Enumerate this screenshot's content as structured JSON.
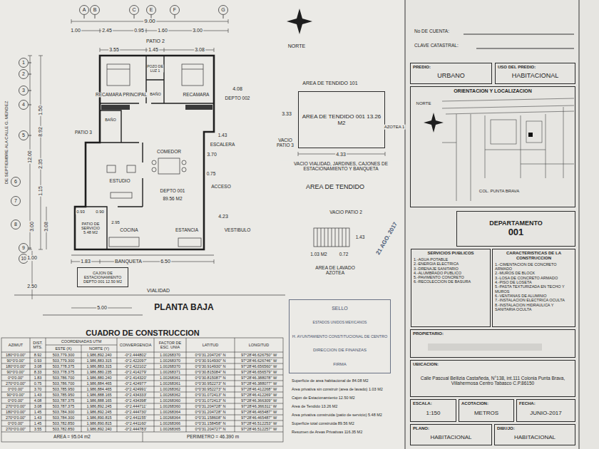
{
  "diagram": {
    "nodes": [
      {
        "text": [
          "CAJON DE ESTACIONAMIENTO DEPTO 001 12.50 M2"
        ]
      },
      {
        "text": [
          "AREA DE TENDIDO 001 13.26 M2"
        ]
      },
      {
        "text": [
          "SELLO",
          "ESTADOS UNIDOS MEXICANOS",
          "H. AYUNTAMIENTO CONSTITUCIONAL DE CENTRO",
          "DIRECCION DE FINANZAS",
          "FIRMA"
        ]
      },
      {
        "text": [
          "PREDIO:",
          "URBANO"
        ]
      },
      {
        "text": [
          "USO DEL PREDIO:",
          "HABITACIONAL"
        ]
      },
      {
        "text": [
          "ORIENTACION Y LOCALIZACION"
        ]
      },
      {
        "text": [
          "DEPARTAMENTO",
          "001"
        ]
      },
      {
        "text": [
          "SERVICIOS PUBLICOS",
          "1.-AGUA POTABLE",
          "2.-ENERGIA ELECTRICA",
          "3.-DRENAJE SANITARIO",
          "4.-ALUMBRADO PUBLICO",
          "5.-PAVIMENTO CONCRETO",
          "6.-RECOLECCION DE BASURA"
        ]
      },
      {
        "text": [
          "CARACTERISTICAS DE LA CONSTRUCCION",
          "1.-CIMENTACION DE CONCRETO ARMADO",
          "2.-MUROS DE BLOCK",
          "3.-LOSA DE CONCRETO ARMADO",
          "4.-PISO DE LOSETA",
          "5.-PASTA TEXTURIZADA EN TECHO Y MUROS",
          "6.-VENTANAS DE ALUMINIO",
          "7.-INSTALACION ELECTRICA OCULTA",
          "8.-INSTALACION HIDRAULICA Y SANITARIA OCULTA"
        ]
      },
      {
        "text": [
          "PROPIETARIO:"
        ]
      },
      {
        "text": [
          "UBICACION:",
          "Calle Pascual Bellizia Castañeda, N°138, int.111 Colonia Punta Brava, Villahermosa Centro Tabasco C.P.86150"
        ]
      },
      {
        "text": [
          "ESCALA:",
          "1:150"
        ]
      },
      {
        "text": [
          "ACOTACION:",
          "METROS"
        ]
      },
      {
        "text": [
          "FECHA:",
          "JUNIO-2017"
        ]
      },
      {
        "text": [
          "PLANO:",
          "HABITACIONAL"
        ]
      },
      {
        "text": [
          "DIBUJO:",
          "HABITACIONAL"
        ]
      }
    ],
    "labels": [
      "A",
      "B",
      "C",
      "E",
      "F",
      "G",
      "1",
      "2",
      "3",
      "4",
      "5",
      "6",
      "7",
      "8",
      "9",
      "10",
      "9.00",
      "1.00",
      "2.45",
      "0.95",
      "1.60",
      "3.00",
      "PATIO 2",
      "3.55",
      "1.45",
      "3.08",
      "POZO DE LUZ 1",
      "RECAMARA PRINCIPAL",
      "RECAMARA",
      "BAÑO",
      "4.08",
      "DEPTO 002",
      "PATIO 3",
      "BAÑO",
      "COMEDOR",
      "ESCALERA",
      "1.43",
      "3.70",
      "0.75",
      "ESTUDIO",
      "DEPTO 001",
      "89.56 M2",
      "ACCESO",
      "4.23",
      "VESTIBULO",
      "ESTANCIA",
      "COCINA",
      "PATIO DE SERVICIO 5.48 M2",
      "0.93",
      "0.90",
      "2.95",
      "1.83",
      "BANQUETA",
      "6.50",
      "1.00",
      "2.50",
      "VIALIDAD",
      "5.00",
      "PLANTA BAJA",
      "8.92",
      "12.00",
      "1.50",
      "2.35",
      "1.15",
      "3.00",
      "3.08",
      "DE SEPTIEMBRE ALA CALLE G. MENDEZ",
      "NORTE",
      "AREA DE TENDIDO 101",
      "3.33",
      "VACIO PATIO 3",
      "AZOTEA 1",
      "4.33",
      "VACIO VIALIDAD, JARDINES, CAJONES DE ESTACIONAMIENTO Y BANQUETA",
      "AREA DE TENDIDO",
      "VACIO PATIO 2",
      "1.43",
      "1.03 M2",
      "0.72",
      "AREA DE LAVADO AZOTEA",
      "21 AGO. 2017",
      "Superficie de area habitacional de 84.08 M2",
      "Area privativa sin construir (area de lavado) 1.03 M2",
      "Cajon de Estacionamiento 12.50 M2",
      "Area de Tendido 13.26 M2",
      "Area privativa construida (patio de servicio) 5.48 M2",
      "Superficie total construida 89.56 M2",
      "Resumen de Areas Privativas 116.35 M2",
      "No DE CUENTA:",
      "CLAVE CATASTRAL:",
      "NORTE",
      "COL. PUNTA BRAVA",
      "CUADRO DE CONSTRUCCION",
      "AZIMUT",
      "DIST. MTS.",
      "COORDENADAS UTM",
      "ESTE (X)",
      "NORTE (Y)",
      "CONVERGENCIA",
      "FACTOR DE ESC. UNIA",
      "LATITUD",
      "LONGITUD",
      "180°0'0.00\"",
      "8.92",
      "503,779.300",
      "1,986,892.240",
      "-0°2.444802'",
      "1.00268370",
      "0°0'31.204726\" N",
      "97°28'46.626750\" W",
      "90°0'0.00\"",
      "0.93",
      "503,779.300",
      "1,986,883.315",
      "-0°2.422097'",
      "1.00268370",
      "0°0'30.914930\" N",
      "97°28'46.626746\" W",
      "180°0'0.00\"",
      "3.08",
      "503,778.375",
      "1,986,883.315",
      "-0°2.422102'",
      "1.00268370",
      "0°0'30.914930\" N",
      "97°28'46.656560\" W",
      "90°0'0.00\"",
      "8.33",
      "503,778.375",
      "1,986,880.235",
      "-0°2.414279'",
      "1.00268371",
      "0°0'30.815084\" N",
      "97°28'46.656579\" W",
      "0°0'0.00\"",
      "1.83",
      "503,786.700",
      "1,986,880.240",
      "-0°2.414320'",
      "1.00268361",
      "0°0'30.815087\" N",
      "97°28'46.388078\" W",
      "270°0'0.00\"",
      "0.75",
      "503,786.700",
      "1,986,884.465",
      "-0°2.424977'",
      "1.00268361",
      "0°0'30.952273\" N",
      "97°28'46.388077\" W",
      "0°0'0.00\"",
      "3.70",
      "503,785.950",
      "1,986,884.465",
      "-0°2.424991'",
      "1.00268362",
      "0°0'30.952273\" N",
      "97°28'46.412268\" W",
      "90°0'0.00\"",
      "1.43",
      "503,785.950",
      "1,986,888.165",
      "-0°2.434333'",
      "1.00268362",
      "0°0'31.072413\" N",
      "97°28'46.412269\" W",
      "0°0'0.00\"",
      "4.08",
      "503,787.375",
      "1,986,888.165",
      "-0°2.434398'",
      "1.00268360",
      "0°0'31.072413\" N",
      "97°28'46.366309\" W",
      "270°0'0.00\"",
      "3.08",
      "503,787.375",
      "1,986,892.245",
      "-0°2.444711'",
      "1.00268360",
      "0°0'31.204728\" N",
      "97°28'46.366311\" W",
      "180°0'0.00\"",
      "1.45",
      "503,784.300",
      "1,986,892.245",
      "-0°2.444730'",
      "1.00268364",
      "0°0'31.204728\" N",
      "97°28'46.465487\" W",
      "270°0'0.00\"",
      "1.43",
      "503,784.300",
      "1,986,890.815",
      "-0°2.441155'",
      "1.00268364",
      "0°0'31.158608\" N",
      "97°28'46.465487\" W",
      "0°0'0.00\"",
      "1.45",
      "503,782.850",
      "1,986,890.815",
      "-0°2.441160'",
      "1.00268366",
      "0°0'31.158458\" N",
      "97°28'46.512253\" W",
      "270°0'0.00\"",
      "3.55",
      "503,782.850",
      "1,986,892.240",
      "-0°2.444783'",
      "1.00268365",
      "0°0'31.204727\" N",
      "97°28'46.512257\" W",
      "AREA = 95.04 m2",
      "PERIMETRO = 46.390 m"
    ]
  }
}
